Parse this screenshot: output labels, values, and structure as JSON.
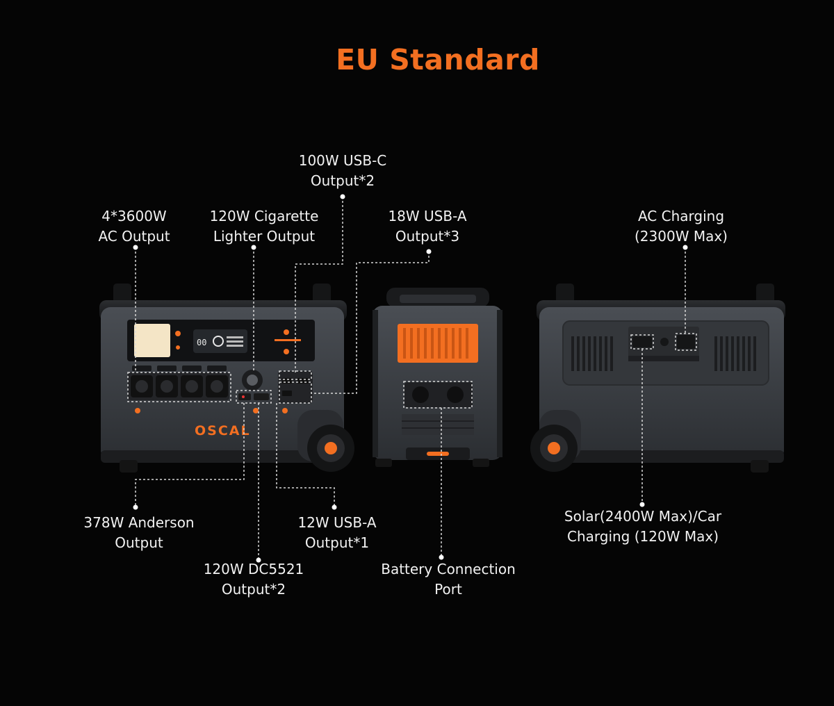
{
  "title": "EU Standard",
  "brand_logo": "OSCAL",
  "labels": {
    "usb_c": [
      "100W USB-C",
      "Output*2"
    ],
    "ac_output": [
      "4*3600W",
      "AC Output"
    ],
    "cigarette": [
      "120W Cigarette",
      "Lighter Output"
    ],
    "usb_a_18w": [
      "18W USB-A",
      "Output*3"
    ],
    "ac_charging": [
      "AC Charging",
      "(2300W Max)"
    ],
    "anderson": [
      "378W Anderson",
      "Output"
    ],
    "usb_a_12w": [
      "12W USB-A",
      "Output*1"
    ],
    "dc5521": [
      "120W DC5521",
      "Output*2"
    ],
    "battery_port": [
      "Battery Connection",
      "Port"
    ],
    "solar": [
      "Solar(2400W Max)/Car",
      "Charging (120W Max)"
    ]
  },
  "colors": {
    "accent": "#f36f21",
    "background": "#050505",
    "text": "#f2f2f2",
    "unit_body": "#3a3d42"
  }
}
